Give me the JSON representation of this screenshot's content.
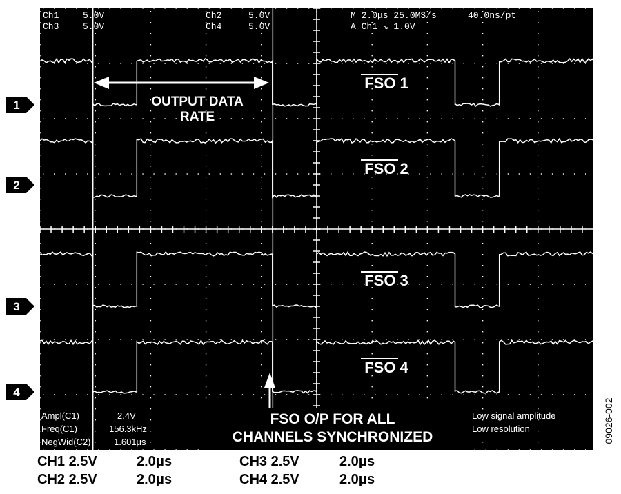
{
  "chart_data": {
    "type": "line",
    "title": "",
    "header": {
      "ch1": "Ch1",
      "ch1_scale": "5.0V",
      "ch3": "Ch3",
      "ch3_scale": "5.0V",
      "ch2": "Ch2",
      "ch2_scale": "5.0V",
      "ch4": "Ch4",
      "ch4_scale": "5.0V",
      "timebase": "M 2.0μs 25.0MS/s",
      "record": "40.0ns/pt",
      "trigger": "A Ch1 ↘ 1.0V"
    },
    "x_unit": "div",
    "xlim": [
      0,
      10
    ],
    "ylim": [
      -4,
      4
    ],
    "divisions": {
      "x": 10,
      "y": 8
    },
    "grid": true,
    "x_edges": {
      "fall_1": 0.95,
      "rise_1": 1.75,
      "fall_2": 4.2,
      "fall_3": 7.5,
      "rise_2": 8.3
    },
    "series": [
      {
        "name": "FSO 1",
        "marker": "1",
        "ground_div": 2.25,
        "high_div": 3.05,
        "low_div": 2.25,
        "color": "#ffffff"
      },
      {
        "name": "FSO 2",
        "marker": "2",
        "ground_div": 0.8,
        "high_div": 1.6,
        "low_div": 0.6,
        "color": "#ffffff"
      },
      {
        "name": "FSO 3",
        "marker": "3",
        "ground_div": -1.4,
        "high_div": -0.45,
        "low_div": -1.4,
        "color": "#ffffff"
      },
      {
        "name": "FSO 4",
        "marker": "4",
        "ground_div": -2.95,
        "high_div": -2.05,
        "low_div": -2.95,
        "color": "#ffffff"
      }
    ],
    "cursor_x_div": [
      0.95,
      4.2
    ],
    "annotations": {
      "output_rate_line1": "OUTPUT DATA",
      "output_rate_line2": "RATE",
      "sync_line1": "FSO O/P FOR ALL",
      "sync_line2": "CHANNELS SYNCHRONIZED"
    },
    "measurements": {
      "ampl_label": "Ampl(C1)",
      "ampl_value": "2.4V",
      "freq_label": "Freq(C1)",
      "freq_value": "156.3kHz",
      "negwid_label": "NegWid(C2)",
      "negwid_value": "1.601μs",
      "warn_1": "Low signal amplitude",
      "warn_2": "Low resolution"
    },
    "footer": {
      "ch1": "CH1 2.5V",
      "ch1_time": "2.0μs",
      "ch2": "CH2 2.5V",
      "ch2_time": "2.0μs",
      "ch3": "CH3 2.5V",
      "ch3_time": "2.0μs",
      "ch4": "CH4 2.5V",
      "ch4_time": "2.0μs"
    },
    "figure_id": "09026-002"
  },
  "colors": {
    "screen": "#000000",
    "trace": "#ffffff",
    "grid": "#ffffff",
    "text": "#ffffff"
  }
}
